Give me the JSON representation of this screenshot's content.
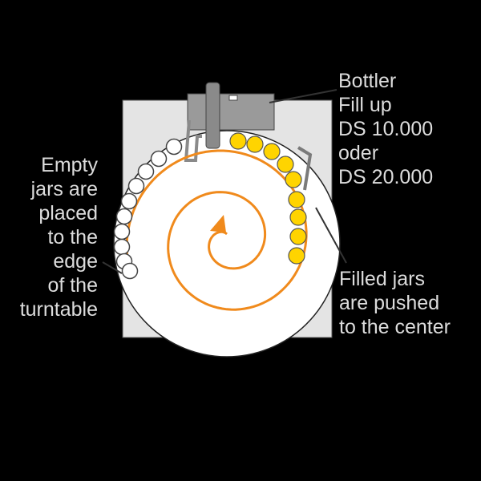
{
  "diagram": {
    "bottler_label": [
      "Bottler",
      "Fill up",
      "DS 10.000",
      "oder",
      "DS 20.000"
    ],
    "empty_jars_label": [
      "Empty",
      "jars are",
      "placed",
      "to the",
      "edge",
      "of the",
      "turntable"
    ],
    "filled_jars_label": [
      "Filled jars",
      "are pushed",
      "to the center"
    ]
  },
  "colors": {
    "background": "#000000",
    "frame": "#e4e4e4",
    "turntable": "#ffffff",
    "machine": "#9a9a9a",
    "spiral": "#f08a1c",
    "filled_jar": "#ffd400",
    "empty_jar": "#ffffff",
    "label_text": "#dcdcdc"
  },
  "icons": [
    "arrow-icon"
  ]
}
